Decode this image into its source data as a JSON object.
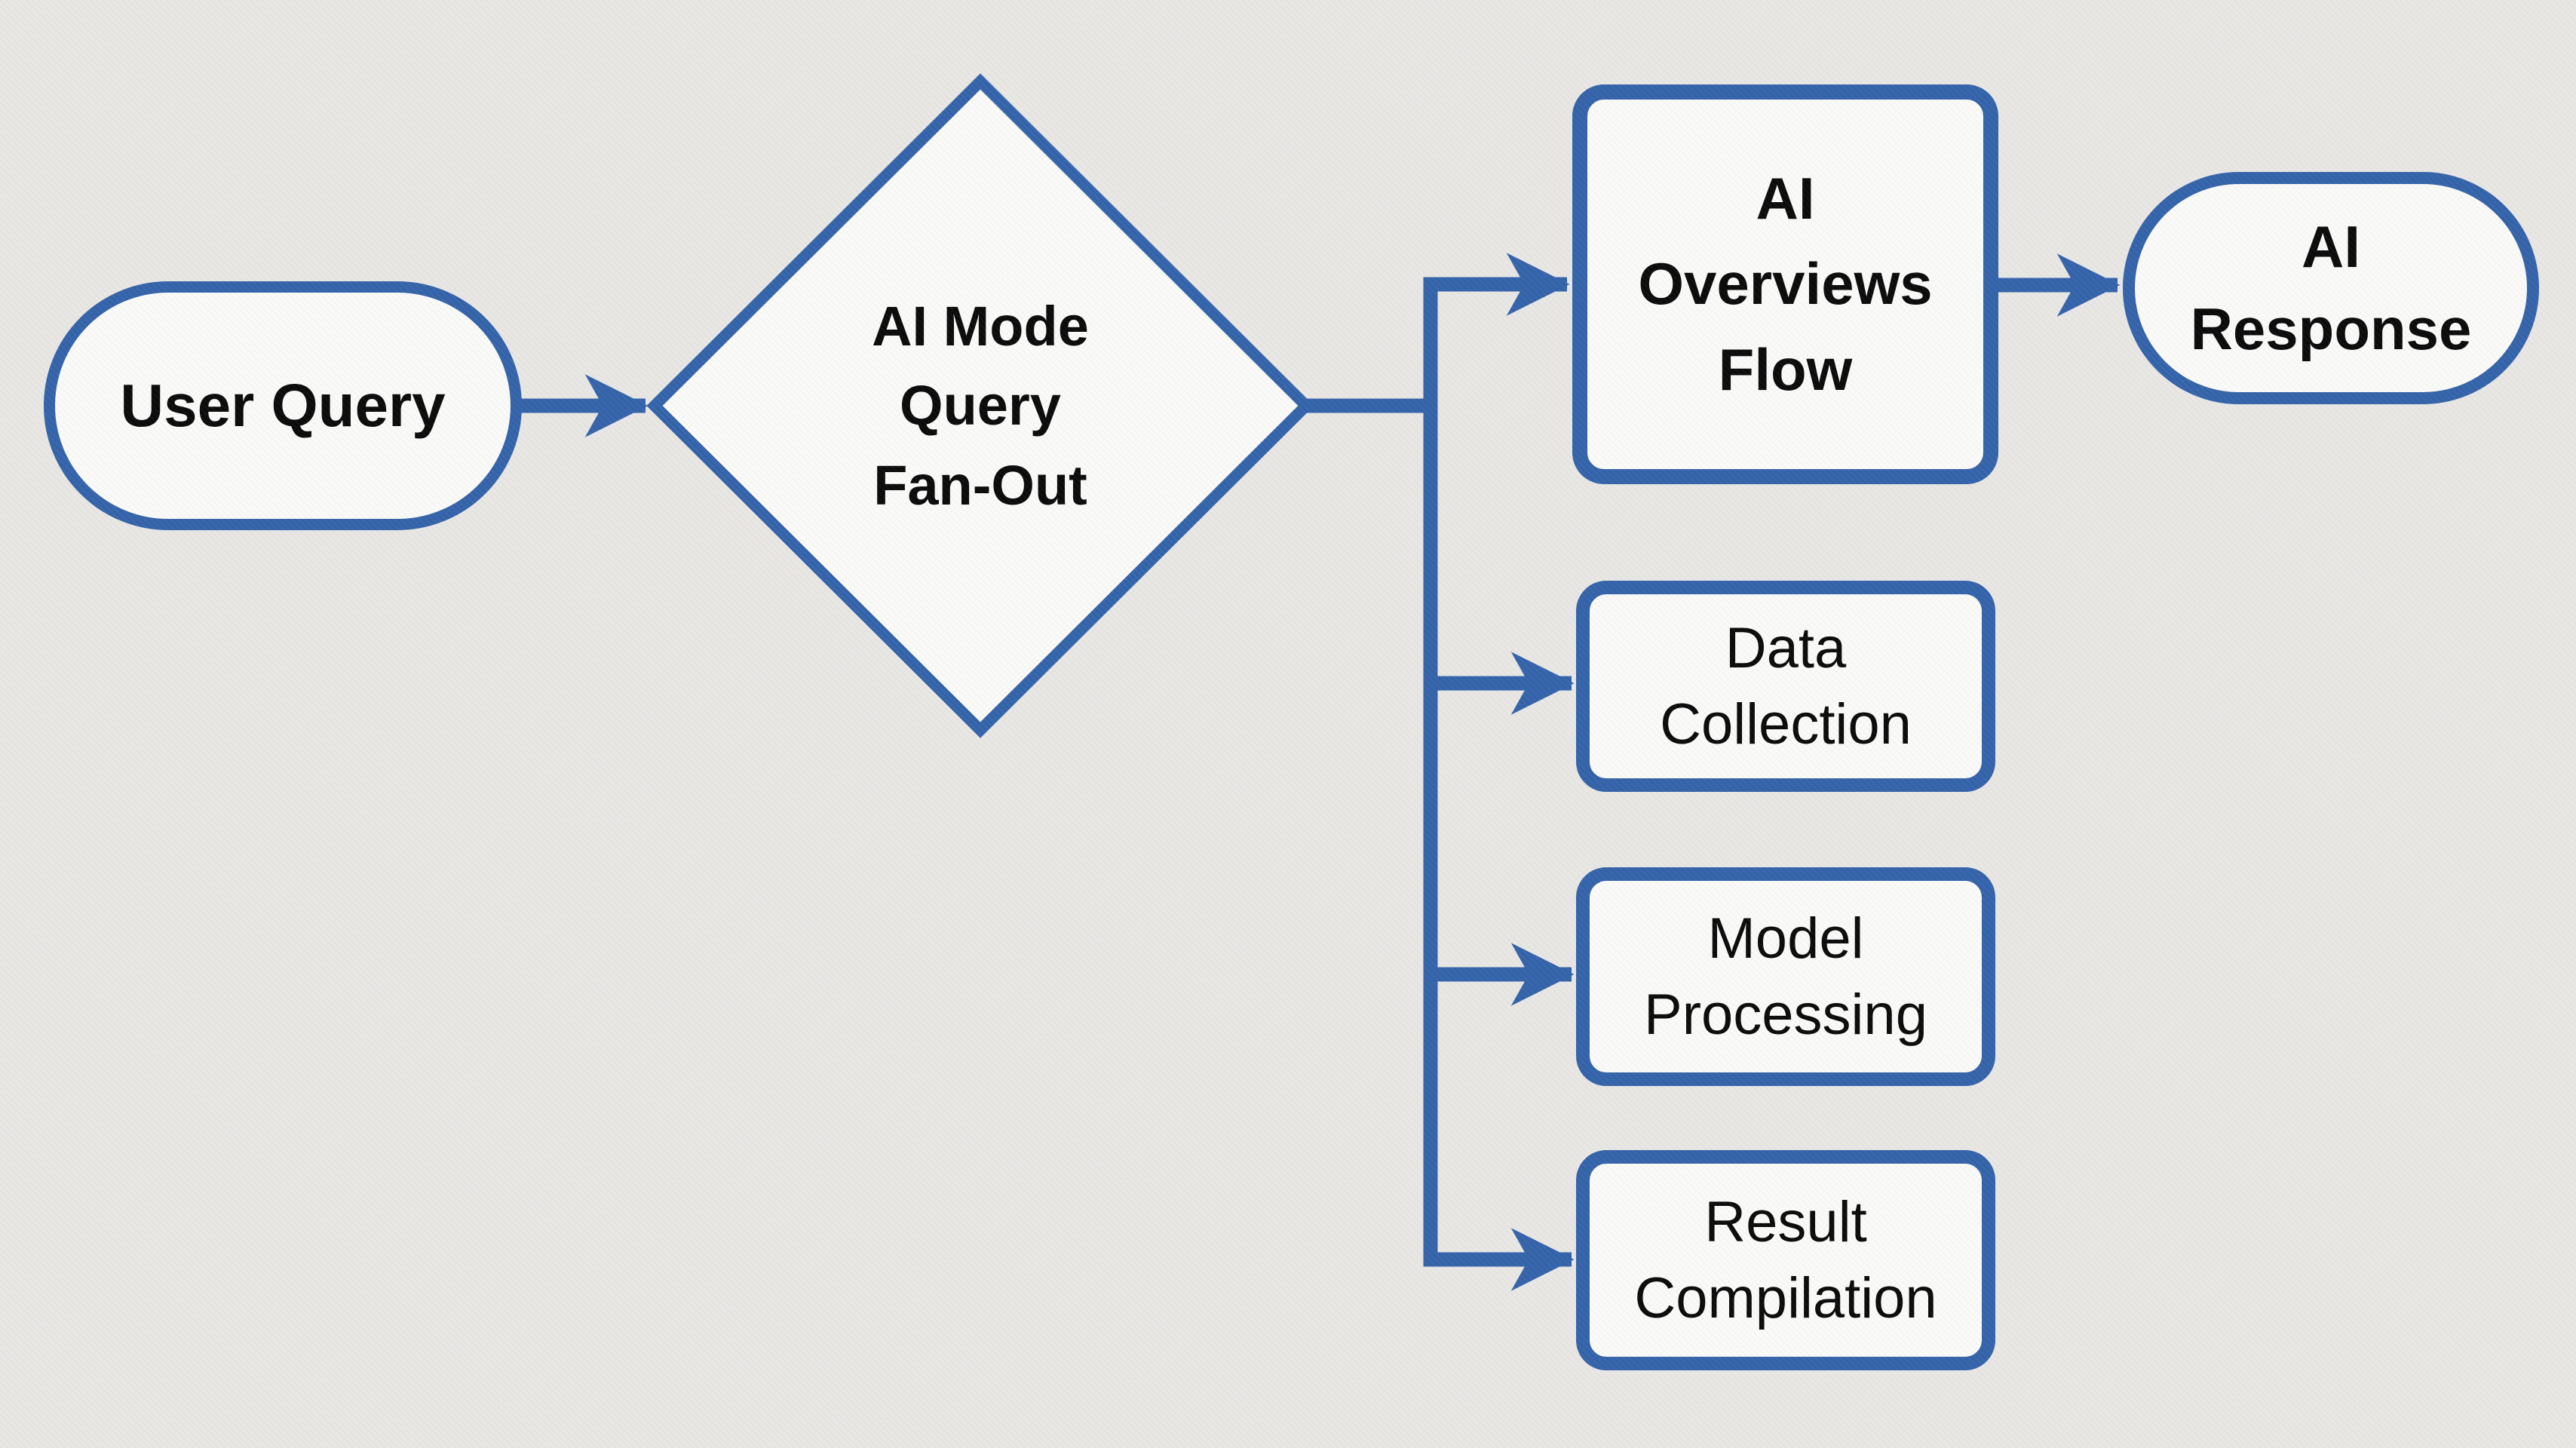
{
  "diagram": {
    "title": "AI Mode Query Fan-Out flowchart",
    "colors": {
      "accent_blue": "#3564ab",
      "node_fill": "#fbfbf9",
      "background": "#e9e8e5",
      "text": "#0b0b0b"
    },
    "nodes": {
      "user_query": {
        "label": "User Query",
        "shape": "stadium"
      },
      "fan_out": {
        "label": "AI Mode\nQuery\nFan-Out",
        "shape": "diamond"
      },
      "ai_overviews_flow": {
        "label": "AI\nOverviews\nFlow",
        "shape": "rounded-rect"
      },
      "data_collection": {
        "label": "Data\nCollection",
        "shape": "rounded-rect"
      },
      "model_processing": {
        "label": "Model\nProcessing",
        "shape": "rounded-rect"
      },
      "result_compilation": {
        "label": "Result\nCompilation",
        "shape": "rounded-rect"
      },
      "ai_response": {
        "label": "AI\nResponse",
        "shape": "stadium"
      }
    },
    "edges": [
      {
        "from": "user_query",
        "to": "fan_out",
        "arrow": true
      },
      {
        "from": "fan_out",
        "to": "ai_overviews_flow",
        "arrow": true
      },
      {
        "from": "fan_out",
        "to": "data_collection",
        "arrow": true
      },
      {
        "from": "fan_out",
        "to": "model_processing",
        "arrow": true
      },
      {
        "from": "fan_out",
        "to": "result_compilation",
        "arrow": true
      },
      {
        "from": "ai_overviews_flow",
        "to": "ai_response",
        "arrow": true
      }
    ]
  }
}
